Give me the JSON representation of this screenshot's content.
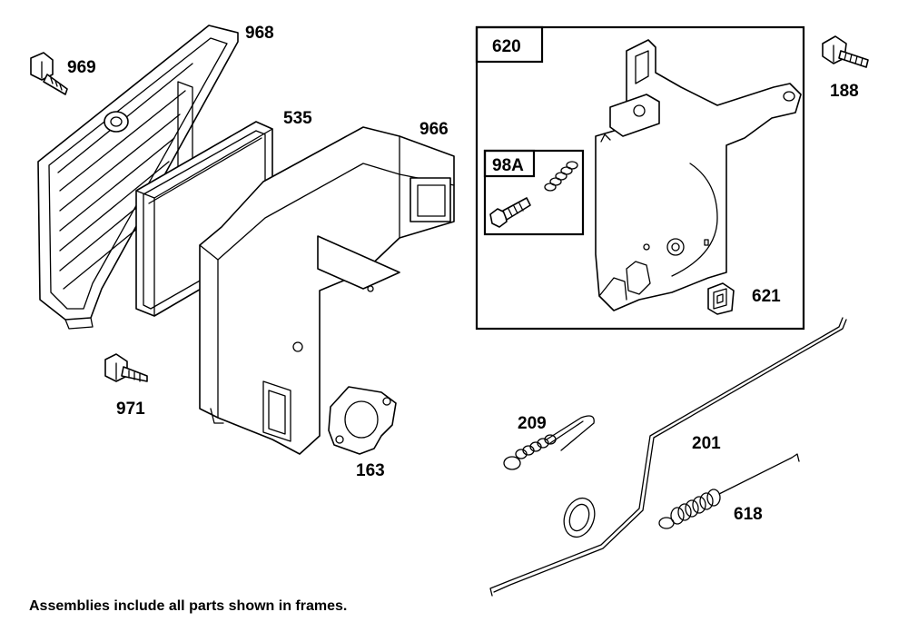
{
  "diagram": {
    "footnote": "Assemblies include all parts shown in frames.",
    "frames": {
      "assembly_620": "620",
      "assembly_98A": "98A"
    },
    "labels": {
      "p968": "968",
      "p969": "969",
      "p535": "535",
      "p966": "966",
      "p971": "971",
      "p163": "163",
      "p188": "188",
      "p621": "621",
      "p209": "209",
      "p201": "201",
      "p618": "618"
    }
  }
}
